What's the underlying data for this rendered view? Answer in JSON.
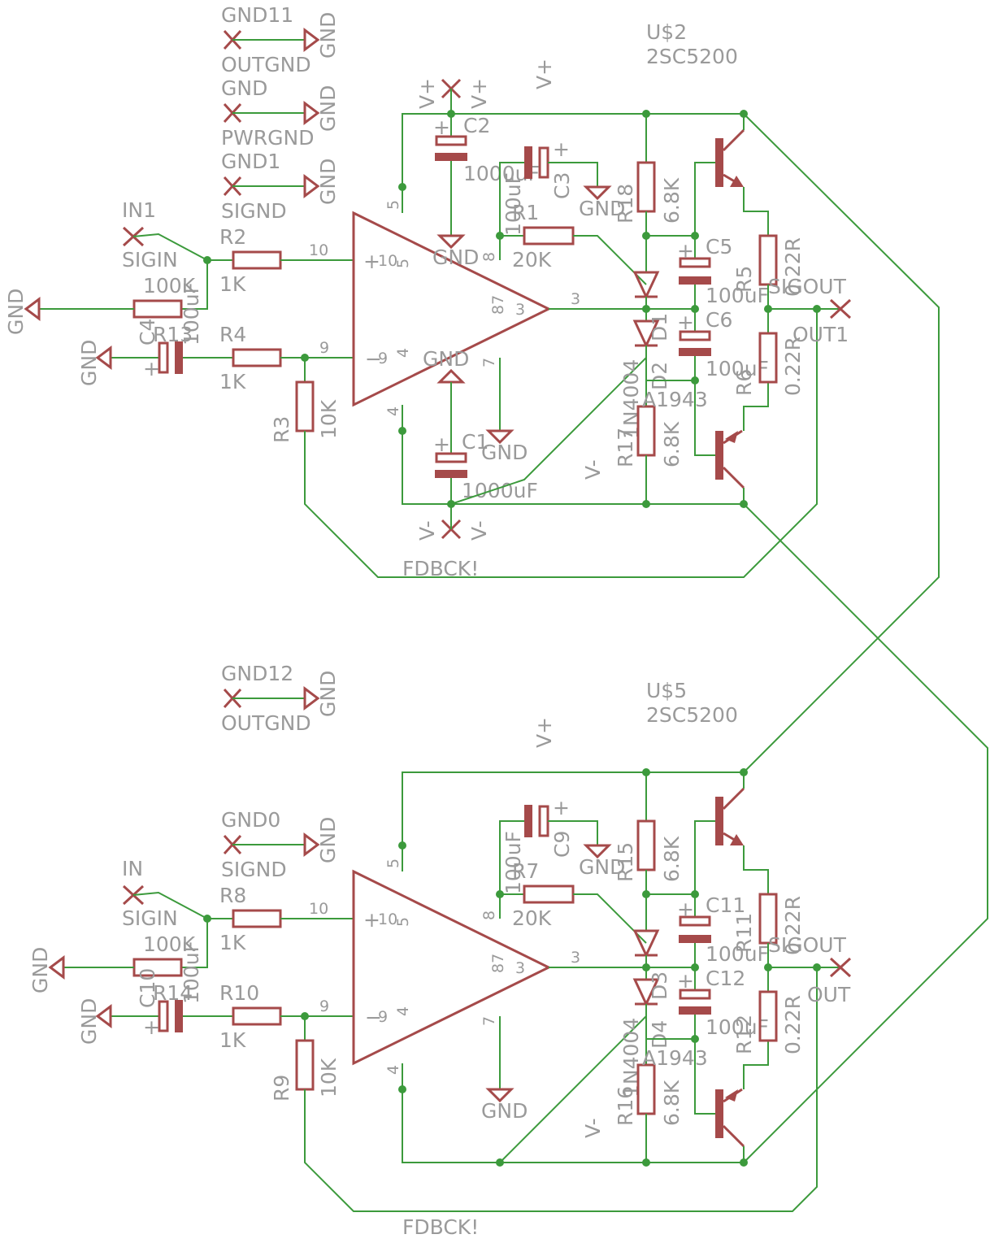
{
  "colors": {
    "wire": "#3c9a3c",
    "component": "#a54a4a",
    "text": "#9a9a9a",
    "background": "#ffffff"
  },
  "top": {
    "gnd_sym_1": "GND11",
    "gnd_sym_1_net": "OUTGND",
    "gnd_sym_1_gnd": "GND",
    "gnd_sym_2": "GND",
    "gnd_sym_2_net": "PWRGND",
    "gnd_sym_2_gnd": "GND",
    "gnd_sym_3": "GND1",
    "gnd_sym_3_net": "SIGND",
    "gnd_sym_3_gnd": "GND",
    "input_name": "IN1",
    "input_net": "SIGIN",
    "r2": "R2",
    "r2_val": "1K",
    "r13": "R13",
    "r13_val": "100K",
    "c4": "C4",
    "c4_val": "100uF",
    "r4": "R4",
    "r4_val": "1K",
    "r3": "R3",
    "r3_val": "10K",
    "gnd_left1": "GND",
    "gnd_left2": "GND",
    "pin10": "10",
    "pin9": "9",
    "pin3": "3",
    "pin5": "5",
    "pin8": "8",
    "pin7": "7",
    "pin4": "4",
    "pin87": "87",
    "pin4b": "4",
    "vplus_a": "V+",
    "vplus_b": "V+",
    "vplus_c": "V+",
    "vminus_a": "V-",
    "vminus_b": "V-",
    "vminus_c": "V-",
    "c2": "C2",
    "c2_val": "1000uF",
    "c1": "C1",
    "c1_val": "1000uF",
    "c3": "C3",
    "c3_val": "100uF",
    "r1": "R1",
    "r1_val": "20K",
    "gnd_c2": "GND",
    "gnd_c1": "GND",
    "gnd_pin7": "GND",
    "gnd_c3": "GND",
    "r18": "R18",
    "r18_val": "6.8K",
    "r17": "R17",
    "r17_val": "6.8K",
    "d1": "D1",
    "d1_val": "1N4004",
    "d2": "D2",
    "d2_val": "1N4004",
    "c5": "C5",
    "c5_val": "100uF",
    "c6": "C6",
    "c6_val": "100uF",
    "q_top": "U$2",
    "q_top_val": "2SC5200",
    "q_bot_val": "A1943",
    "r5": "R5",
    "r5_val": "0.22R",
    "r6": "R6",
    "r6_val": "0.22R",
    "sigout": "SIGOUT",
    "out_name": "OUT1",
    "fdbck": "FDBCK!"
  },
  "bottom": {
    "gnd_sym_1": "GND12",
    "gnd_sym_1_net": "OUTGND",
    "gnd_sym_1_gnd": "GND",
    "gnd_sym_3": "GND0",
    "gnd_sym_3_net": "SIGND",
    "gnd_sym_3_gnd": "GND",
    "input_name": "IN",
    "input_net": "SIGIN",
    "r2": "R8",
    "r2_val": "1K",
    "r13": "R14",
    "r13_val": "100K",
    "c4": "C10",
    "c4_val": "100uF",
    "r4": "R10",
    "r4_val": "1K",
    "r3": "R9",
    "r3_val": "10K",
    "gnd_left1": "GND",
    "gnd_left2": "GND",
    "pin10": "10",
    "pin9": "9",
    "pin3": "3",
    "pin5": "5",
    "pin8": "8",
    "pin7": "7",
    "pin4": "4",
    "pin87": "87",
    "pin4b": "4",
    "vplus_a": "V+",
    "vminus_a": "V-",
    "c3": "C9",
    "c3_val": "100uF",
    "r1": "R7",
    "r1_val": "20K",
    "gnd_pin7": "GND",
    "gnd_c3": "GND",
    "r18": "R15",
    "r18_val": "6.8K",
    "r17": "R16",
    "r17_val": "6.8K",
    "d1": "D3",
    "d1_val": "1N4004",
    "d2": "D4",
    "d2_val": "1N4004",
    "c5": "C11",
    "c5_val": "100uF",
    "c6": "C12",
    "c6_val": "100uF",
    "q_top": "U$5",
    "q_top_val": "2SC5200",
    "q_bot_val": "A1943",
    "r5": "R11",
    "r5_val": "0.22R",
    "r6": "R12",
    "r6_val": "0.22R",
    "sigout": "SIGOUT",
    "out_name": "OUT",
    "fdbck": "FDBCK!"
  }
}
